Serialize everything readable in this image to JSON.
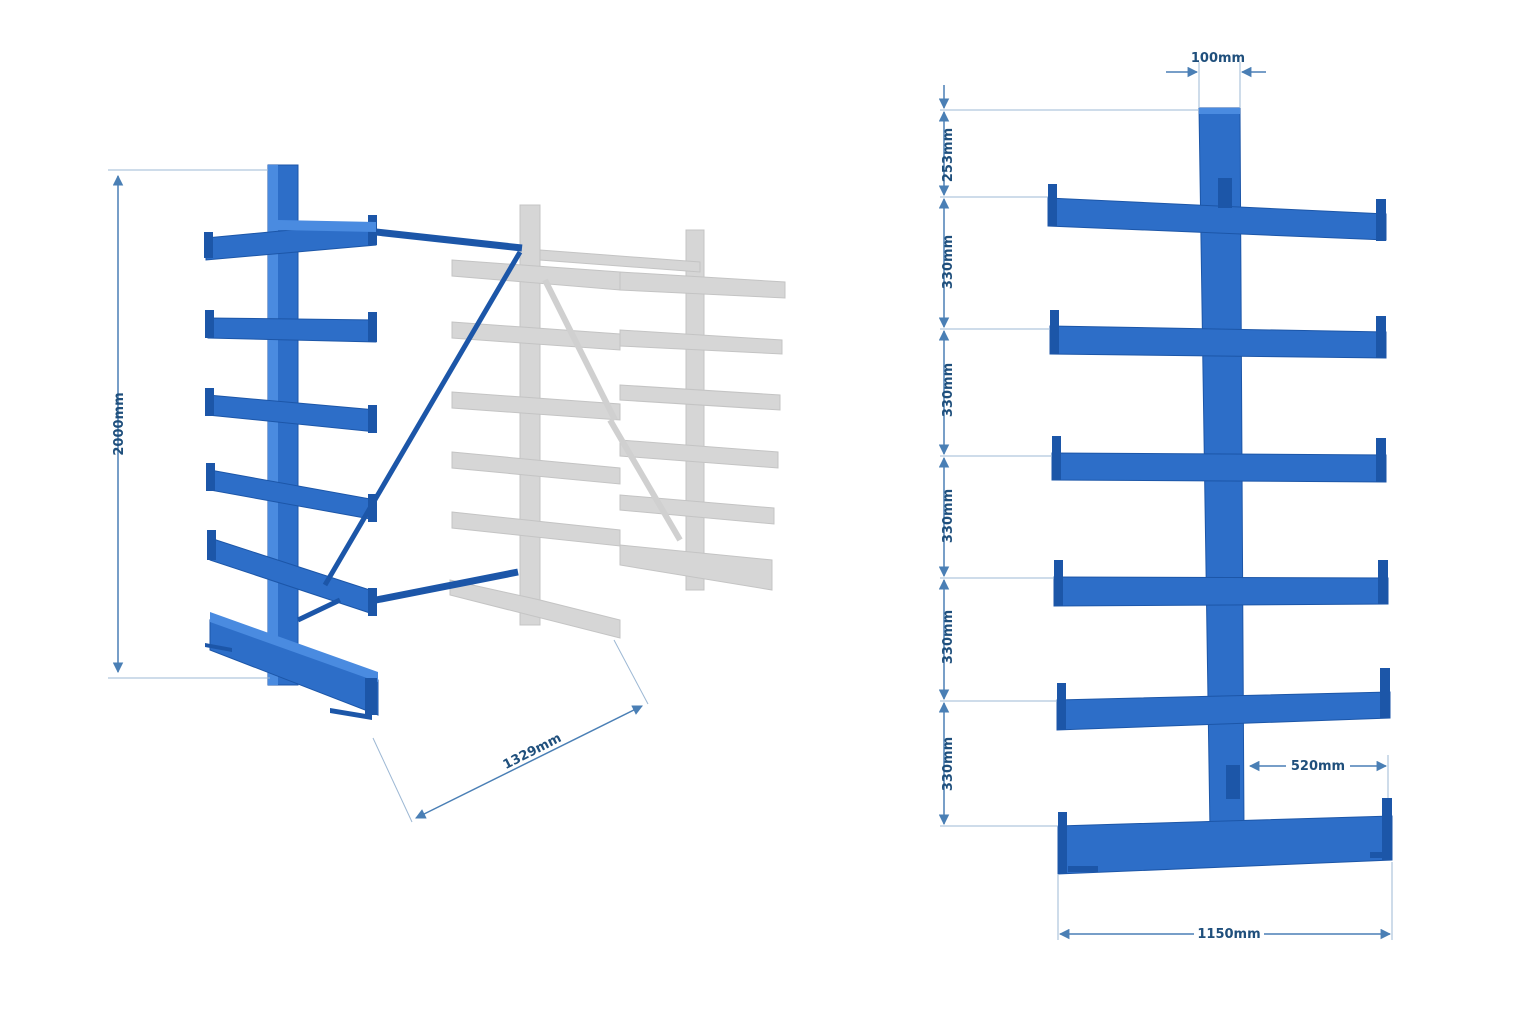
{
  "colors": {
    "rack_blue": "#2d6ec8",
    "rack_blue_dark": "#1c56a8",
    "rack_blue_light": "#4a8be0",
    "ghost_grey": "#d6d6d6",
    "ghost_grey_dark": "#c4c4c4",
    "dimension_line": "#4a7fb5",
    "dimension_text": "#1f4f7c"
  },
  "perspective_view": {
    "height_label": "2000mm",
    "depth_label": "1329mm"
  },
  "front_view": {
    "column_width_label": "100mm",
    "arm_spacing_labels": [
      "253mm",
      "330mm",
      "330mm",
      "330mm",
      "330mm",
      "330mm"
    ],
    "arm_length_label": "520mm",
    "base_width_label": "1150mm"
  }
}
